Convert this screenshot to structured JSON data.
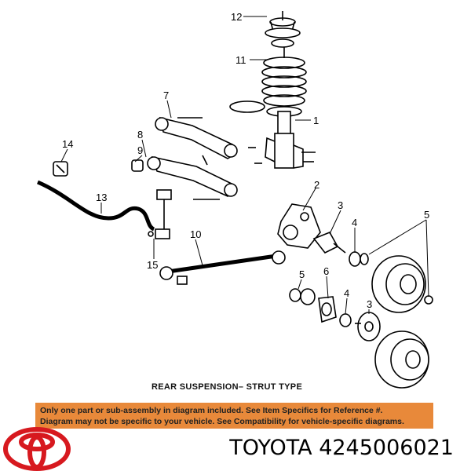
{
  "diagram": {
    "caption": "REAR SUSPENSION– STRUT TYPE",
    "callouts": [
      "12",
      "11",
      "1",
      "7",
      "8",
      "9",
      "14",
      "13",
      "2",
      "3",
      "4",
      "5",
      "15",
      "10",
      "5",
      "6",
      "3",
      "4"
    ]
  },
  "notice": {
    "line1": "Only one part or sub-assembly in diagram included. See Item Specifics for Reference #.",
    "line2": "Diagram may not be specific to your vehicle. See Compatibility for vehicle-specific diagrams."
  },
  "brand": {
    "name": "TOYOTA",
    "part_number": "4245006021",
    "logo_color": "#d7191f"
  }
}
